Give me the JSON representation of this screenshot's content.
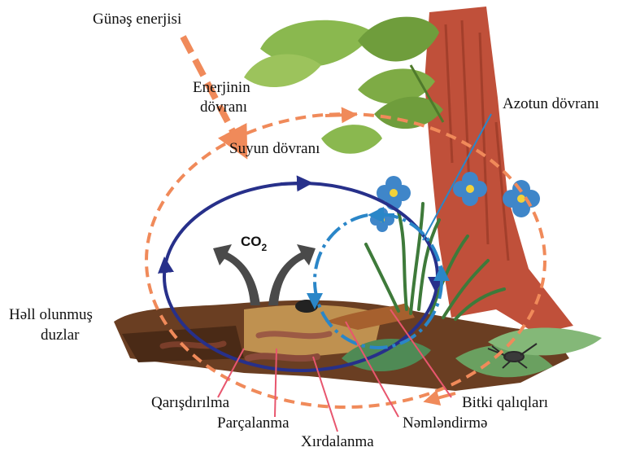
{
  "labels": {
    "solar_energy": "Günəş enerjisi",
    "energy_cycle_line1": "Enerjinin",
    "energy_cycle_line2": "dövranı",
    "water_cycle": "Suyun dövranı",
    "nitrogen_cycle": "Azotun dövranı",
    "dissolved_salts_line1": "Həll olunmuş",
    "dissolved_salts_line2": "duzlar",
    "mixing": "Qarışdırılma",
    "decomposition": "Parçalanma",
    "crushing": "Xırdalanma",
    "moistening": "Nəmləndirmə",
    "plant_residues": "Bitki qalıqları",
    "co2_main": "CO",
    "co2_sub": "2"
  },
  "colors": {
    "energy_cycle": "#f08a5a",
    "water_cycle": "#27308a",
    "nitrogen_cycle": "#2a86c8",
    "pointer_line": "#e8566e",
    "tree_trunk": "#c0503a",
    "leaf": "#7aa84a",
    "soil": "#6a3e22",
    "flower": "#3f86c9"
  },
  "icons": [
    "tree",
    "leaves",
    "flowers",
    "grass",
    "soil",
    "worms",
    "cricket",
    "co2-arrows"
  ]
}
